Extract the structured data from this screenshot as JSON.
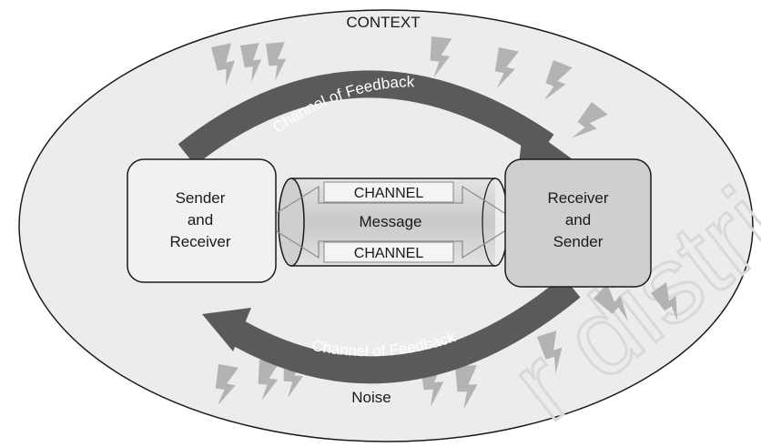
{
  "diagram": {
    "context_label": "CONTEXT",
    "noise_label": "Noise",
    "feedback_top_label": "Channel of Feedback",
    "feedback_bottom_label": "Channel of Feedback",
    "left_box": {
      "line1": "Sender",
      "line2": "and",
      "line3": "Receiver"
    },
    "right_box": {
      "line1": "Receiver",
      "line2": "and",
      "line3": "Sender"
    },
    "channel_top_label": "CHANNEL",
    "channel_bottom_label": "CHANNEL",
    "message_label": "Message",
    "watermark_text": "r distri"
  },
  "colors": {
    "context_fill": "#ececec",
    "arrow_fill": "#5a5a5a",
    "left_box_fill": "#f1f1f1",
    "right_box_fill": "#cfcfcf",
    "noise_bolt_fill": "#b3b3b3",
    "outline": "#1a1a1a"
  }
}
